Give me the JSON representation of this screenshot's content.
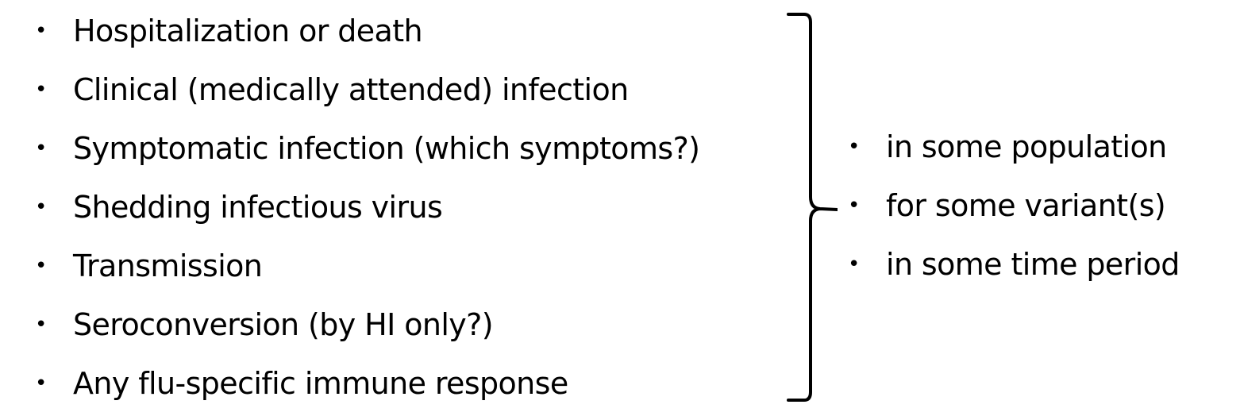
{
  "outcomes": [
    "Hospitalization or death",
    "Clinical (medically attended) infection",
    "Symptomatic infection (which symptoms?)",
    "Shedding infectious virus",
    "Transmission",
    "Seroconversion (by HI only?)",
    "Any flu-specific immune response"
  ],
  "qualifiers": [
    "in some population",
    "for some variant(s)",
    "in some time period"
  ],
  "bullet_glyph": "•"
}
